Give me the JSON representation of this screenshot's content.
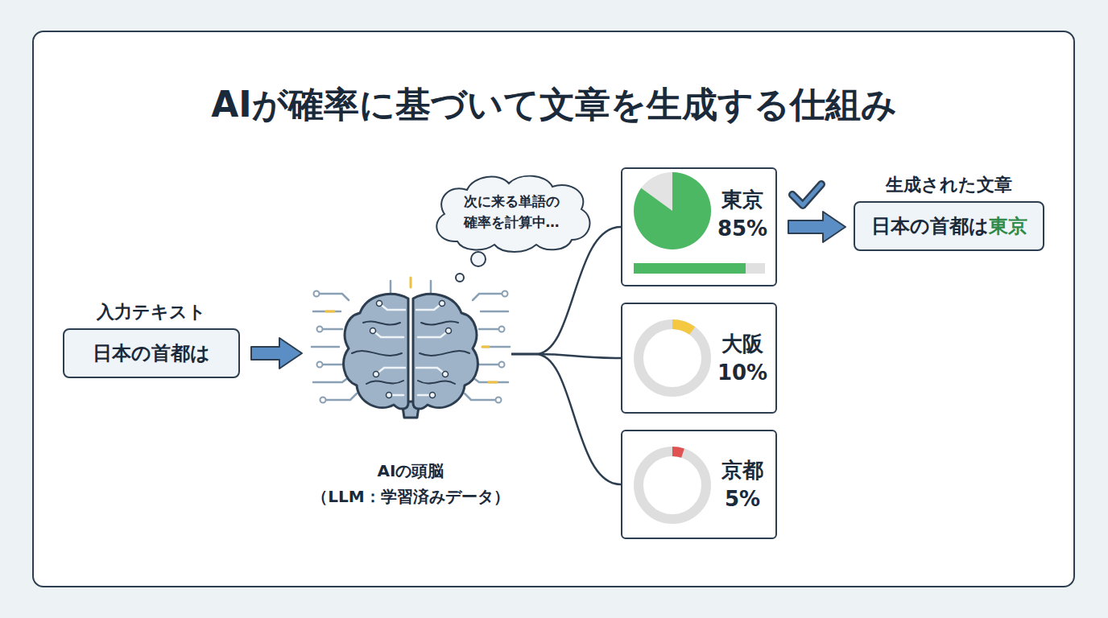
{
  "diagram": {
    "title": "AIが確率に基づいて文章を生成する仕組み",
    "nodes": [
      {
        "text": [
          "入力テキスト",
          "日本の首都は"
        ]
      },
      {
        "text": [
          "AIの頭脳",
          "（LLM：学習済みデータ）"
        ]
      },
      {
        "text": [
          "次に来る単語の 確率を計算中…"
        ]
      },
      {
        "text": [
          "東京",
          "85%"
        ]
      },
      {
        "text": [
          "大阪",
          "10%"
        ]
      },
      {
        "text": [
          "京都",
          "5%"
        ]
      },
      {
        "text": [
          "生成された文章",
          "日本の首都は",
          "東京"
        ]
      }
    ],
    "edges": [
      {
        "from": 0,
        "to": 1,
        "arrow": "to"
      },
      {
        "from": 1,
        "to": 3,
        "arrow": "none"
      },
      {
        "from": 1,
        "to": 4,
        "arrow": "none"
      },
      {
        "from": 1,
        "to": 5,
        "arrow": "none"
      },
      {
        "from": 3,
        "to": 6,
        "arrow": "to"
      }
    ]
  }
}
